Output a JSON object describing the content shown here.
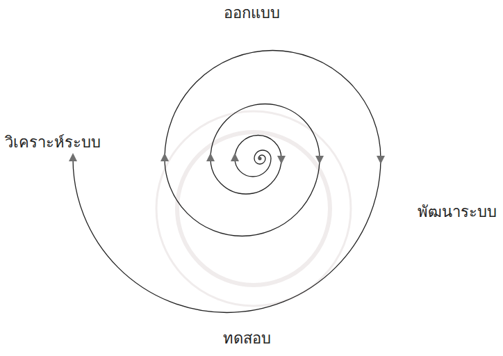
{
  "diagram": {
    "labels": [
      "ออกแบบ",
      "วิเคราะห์ระบบ",
      "พัฒนาระบบ",
      "ทดสอบ"
    ]
  }
}
